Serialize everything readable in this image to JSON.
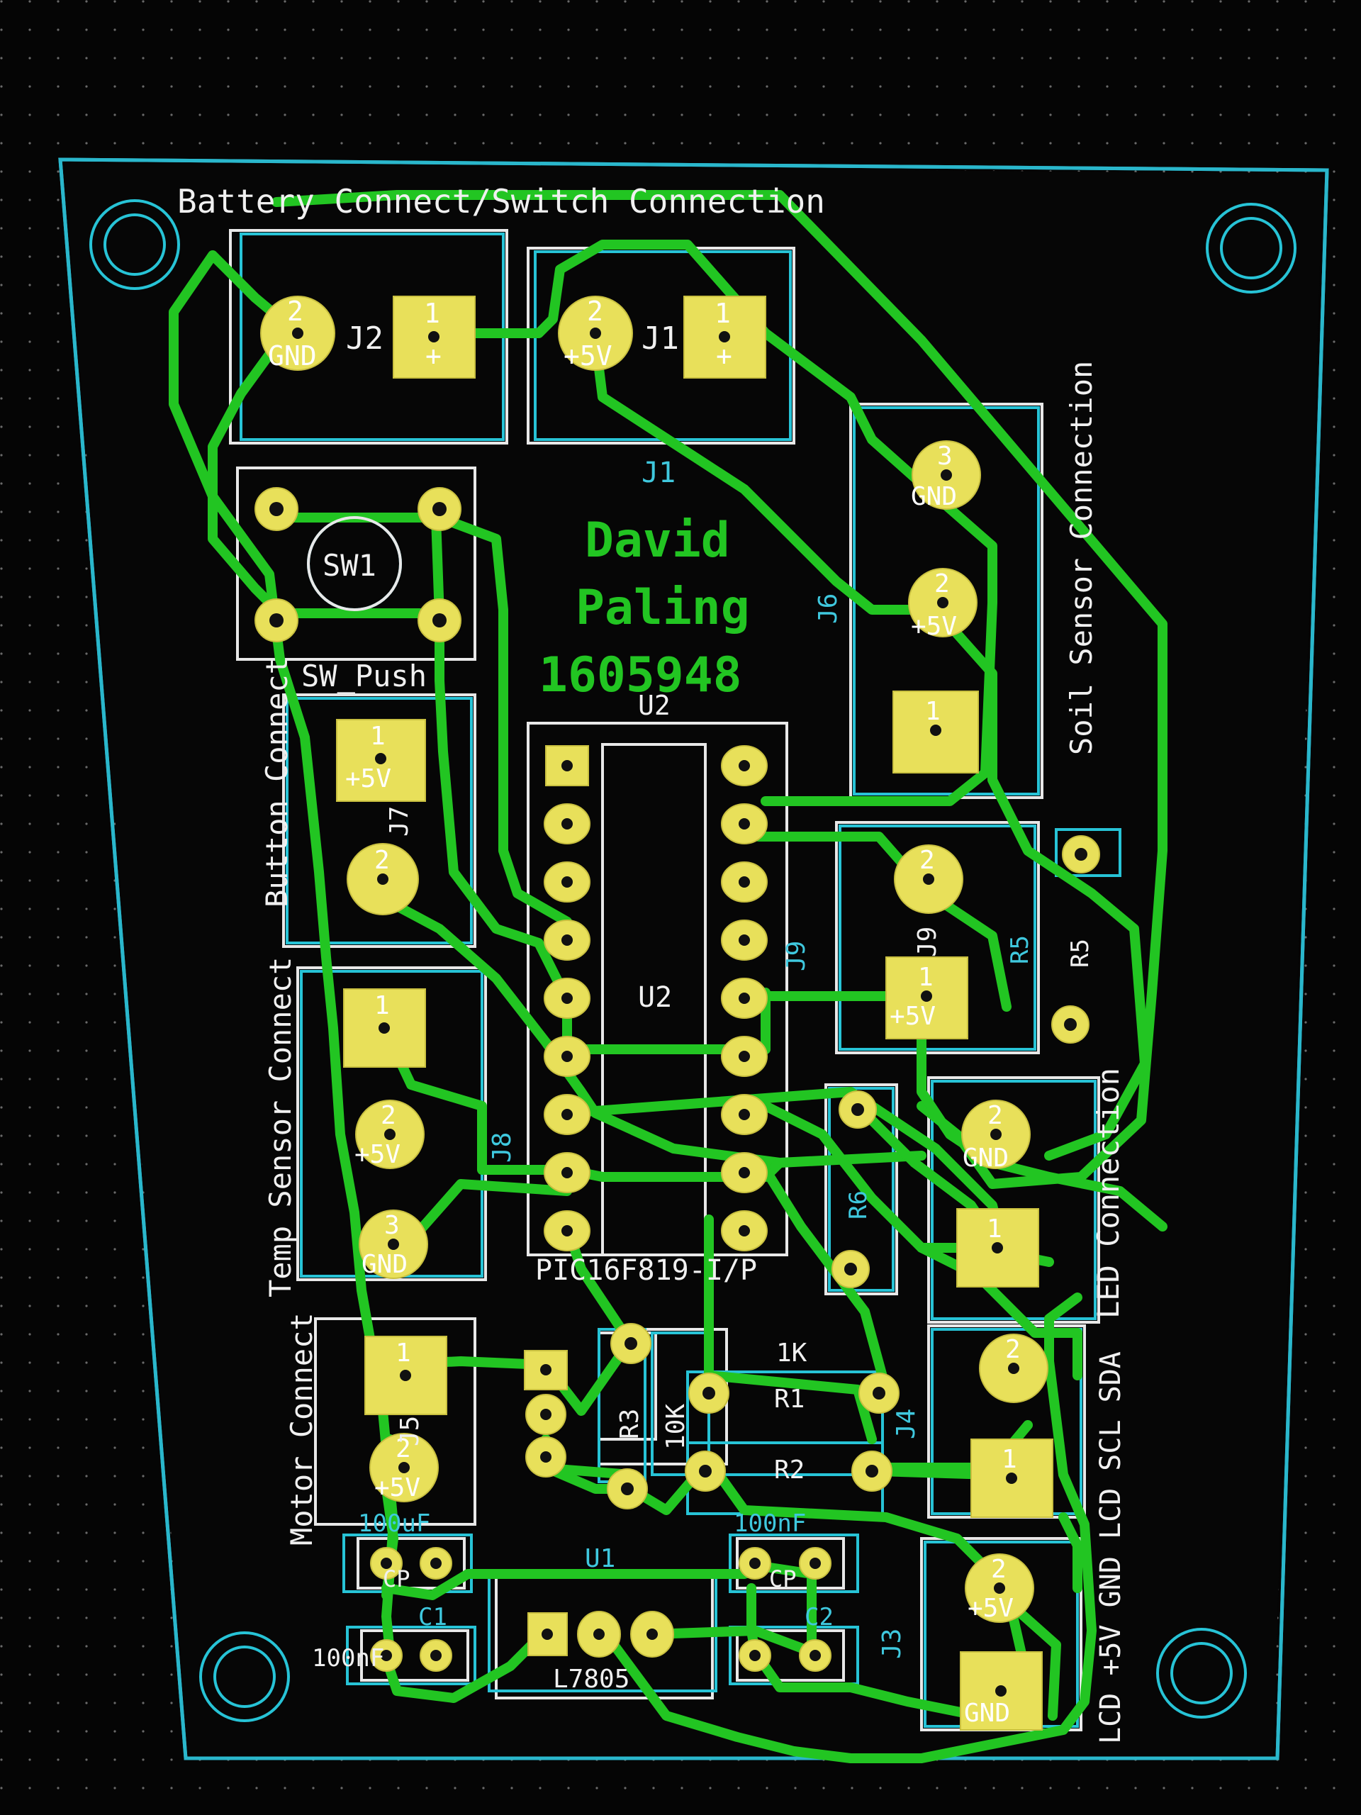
{
  "board": {
    "title_line1": "David",
    "title_line2": "Paling",
    "title_line3": "1605948",
    "top_label": "Battery Connect/Switch Connection",
    "left_labels": {
      "motor": "Motor Connect",
      "temp": "Temp Sensor Connect",
      "button": "Button Connect"
    },
    "right_labels": {
      "soil": "Soil Sensor Connection",
      "led": "LED Connection",
      "lcd": "LCD +5V GND  LCD SCL SDA"
    }
  },
  "components": {
    "j2": "J2",
    "j1": "J1",
    "j1b": "J1",
    "sw1": "SW1",
    "sw1_name": "SW_Push",
    "u2": "U2",
    "u2_top": "U2",
    "u2_part": "PIC16F819-I/P",
    "j6": "J6",
    "j7": "J7",
    "j8": "J8",
    "j9": "J9",
    "j9b": "J9",
    "r5": "R5",
    "r5b": "R5",
    "r6": "R6",
    "r3": "R3",
    "r1": "R1",
    "r2": "R2",
    "r1_value": "1K",
    "r3_value": "10K",
    "j5": "J5",
    "j4": "J4",
    "j3": "J3",
    "u1": "U1",
    "u1_part": "L7805",
    "c1_value": "100uF",
    "c1_ref": "C1",
    "c1_name": "CP",
    "c1_alt": "100nF",
    "c2_value": "100nF",
    "c2_ref": "C2",
    "c2_name": "CP"
  },
  "pads": {
    "gnd": "GND",
    "plus5v": "+5V",
    "plus": "+",
    "one": "1",
    "two": "2",
    "three": "3"
  },
  "colors": {
    "background": "#050505",
    "trace": "#22c522",
    "pad": "#e8e05a",
    "edge": "#2ab7cc",
    "silk": "#f0f0f0"
  }
}
